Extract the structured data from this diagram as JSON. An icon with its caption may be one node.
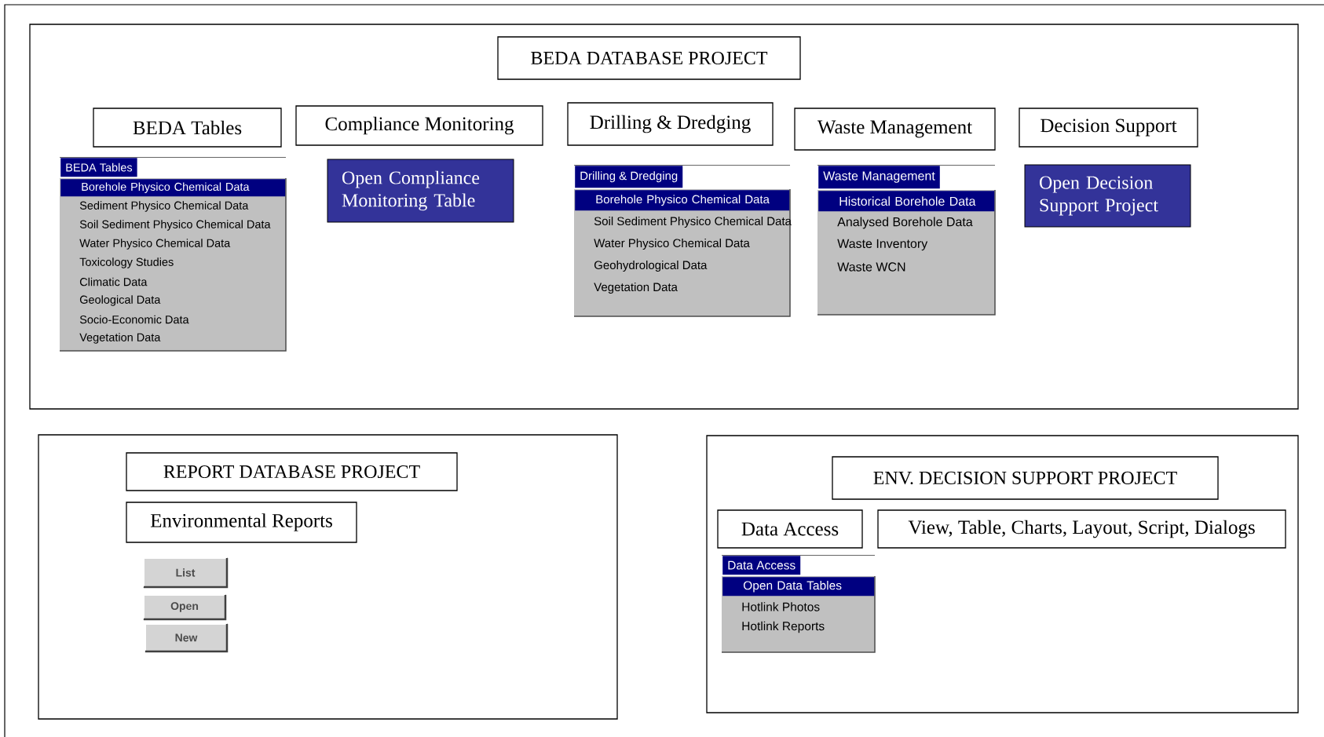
{
  "diagram": {
    "nodes": [
      {
        "text": [],
        "shape": "box"
      },
      {
        "text": [
          "BEDA DATABASE PROJECT"
        ],
        "in": 0
      },
      {
        "text": [
          "BEDA  Tables"
        ],
        "in": 0
      },
      {
        "text": [
          "Compliance Monitoring"
        ],
        "in": 0
      },
      {
        "text": [
          "Drilling & Dredging"
        ],
        "in": 0
      },
      {
        "text": [
          "Waste Management"
        ],
        "in": 0
      },
      {
        "text": [
          "Decision Support"
        ],
        "in": 0
      },
      {
        "text": [
          "BEDA Tables",
          "Borehole Physico Chemical Data",
          "Sediment Physico Chemical Data",
          "Soil Sediment Physico Chemical Data",
          "Water Physico Chemical Data",
          "Toxicology Studies",
          "Climatic Data",
          "Geological Data",
          "Socio-Economic Data",
          "Vegetation Data"
        ],
        "in": 0
      },
      {
        "text": [
          "Open Compliance Monitoring Table"
        ],
        "in": 0
      },
      {
        "text": [
          "Drilling & Dredging",
          "Borehole Physico Chemical Data",
          "Soil Sediment Physico Chemical Data",
          "Water Physico Chemical Data",
          "Geohydrological Data",
          "Vegetation Data"
        ],
        "in": 0
      },
      {
        "text": [
          "Waste Management",
          "Historical Borehole Data",
          "Analysed Borehole Data",
          "Waste Inventory",
          "Waste WCN"
        ],
        "in": 0
      },
      {
        "text": [
          "Open Decision Support Project"
        ],
        "in": 0
      },
      {
        "text": [],
        "shape": "box"
      },
      {
        "text": [
          "REPORT DATABASE PROJECT"
        ],
        "in": 12
      },
      {
        "text": [
          "Environmental Reports"
        ],
        "in": 12
      },
      {
        "text": [
          "List"
        ],
        "in": 12
      },
      {
        "text": [
          "Open"
        ],
        "in": 12
      },
      {
        "text": [
          "New"
        ],
        "in": 12
      },
      {
        "text": [],
        "shape": "box"
      },
      {
        "text": [
          "ENV. DECISION SUPPORT PROJECT"
        ],
        "in": 18
      },
      {
        "text": [
          "Data Access"
        ],
        "in": 18
      },
      {
        "text": [
          "View, Table, Charts, Layout, Script, Dialogs"
        ],
        "in": 18
      },
      {
        "text": [
          "Data Access",
          "Open Data Tables",
          "Hotlink Photos",
          "Hotlink Reports"
        ],
        "in": 18
      }
    ]
  }
}
